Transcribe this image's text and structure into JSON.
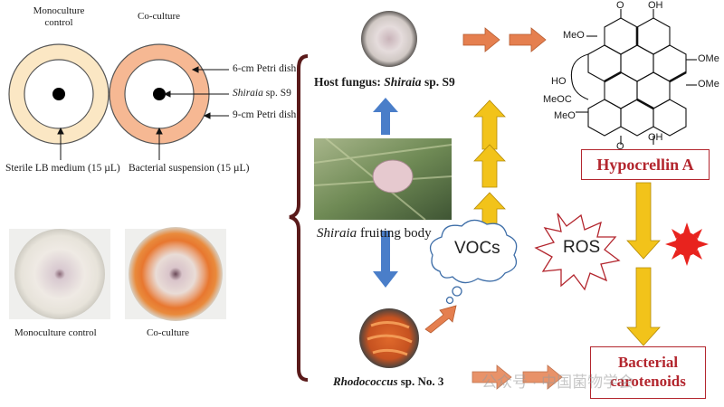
{
  "setup": {
    "mono_title": "Monoculture\ncontrol",
    "co_title": "Co-culture",
    "ann_6cm": "6-cm Petri dish",
    "ann_shiraia_italic": "Shiraia",
    "ann_shiraia_rest": " sp. S9",
    "ann_9cm": "9-cm Petri dish",
    "ann_lb": "Sterile LB medium (15 µL)",
    "ann_bact": "Bacterial suspension (15 µL)"
  },
  "photos": {
    "mono_caption": "Monoculture control",
    "co_caption": "Co-culture"
  },
  "pathway": {
    "host_prefix": "Host fungus: ",
    "host_italic": "Shiraia",
    "host_suffix": " sp. S9",
    "fruiting_italic": "Shiraia",
    "fruiting_rest": " fruiting body",
    "vocs": "VOCs",
    "ros": "ROS",
    "rhodo_italic": "Rhodococcus",
    "rhodo_rest": " sp. No. 3",
    "hypocrellin": "Hypocrellin A",
    "bacterial_line1": "Bacterial",
    "bacterial_line2": "carotenoids"
  },
  "structure": {
    "oh_top": "OH",
    "o_top": "O",
    "meo_top_left": "MeO",
    "ome_right1": "OMe",
    "ome_right2": "OMe",
    "ho_left": "HO",
    "meoc_left": "MeOC",
    "meo_bottom_left": "MeO",
    "o_bottom": "O",
    "oh_bottom": "OH"
  },
  "watermark": "公众号 · 中国菌物学会",
  "colors": {
    "outer_cream": "#fbe7c4",
    "outer_peach": "#f6b893",
    "blue_arrow": "#4a7ec9",
    "yellow_arrow": "#f2c31a",
    "orange_arrow": "#e57f4f",
    "red_text": "#b3262e",
    "sun_red": "#e8231e"
  }
}
